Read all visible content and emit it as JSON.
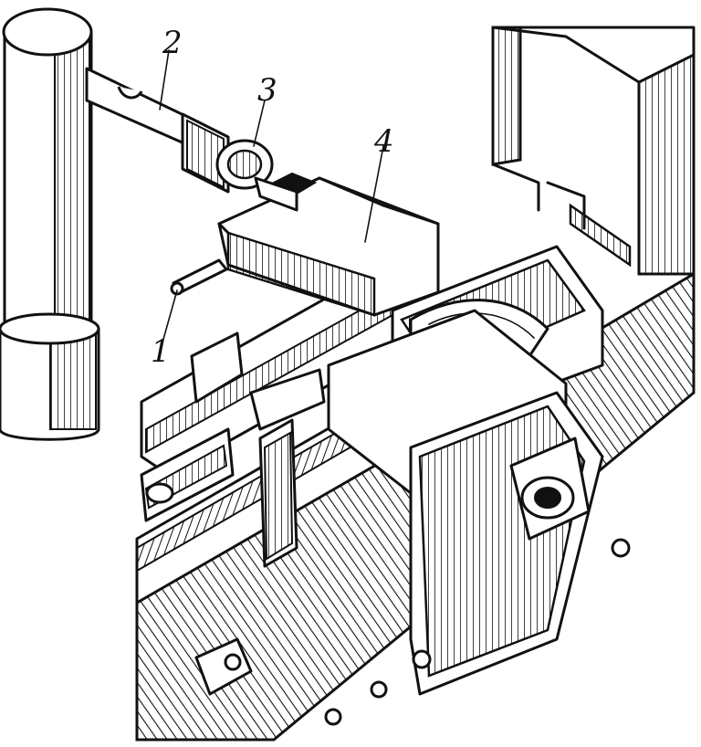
{
  "figure": {
    "callouts": [
      {
        "id": "c1",
        "text": "1"
      },
      {
        "id": "c2",
        "text": "2"
      },
      {
        "id": "c3",
        "text": "3"
      },
      {
        "id": "c4",
        "text": "4"
      }
    ]
  },
  "colors": {
    "ink": "#111111",
    "paper": "#ffffff"
  }
}
